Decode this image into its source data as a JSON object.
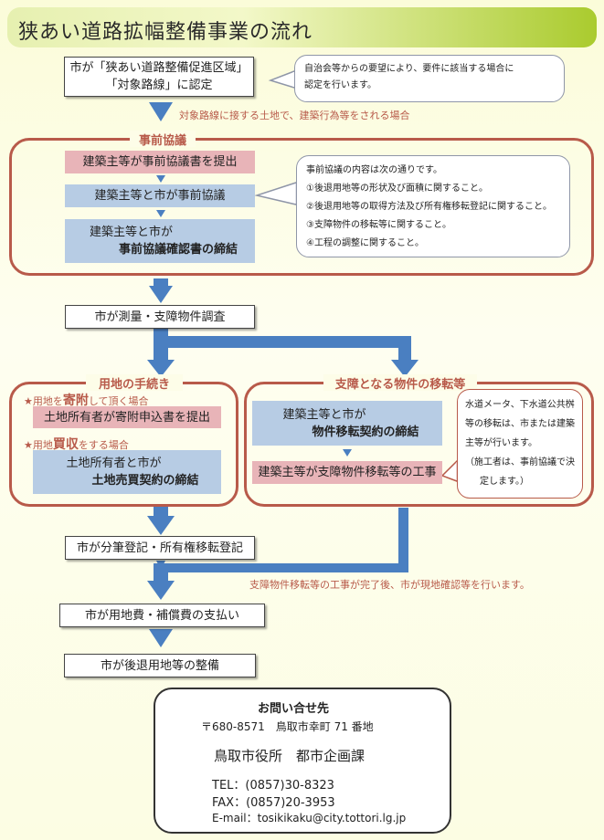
{
  "title": "狭あい道路拡幅整備事業の流れ",
  "step1": {
    "line1": "市が「狭あい道路整備促進区域」",
    "line2": "「対象路線」に認定"
  },
  "note1": {
    "line1": "自治会等からの要望により、要件に該当する場合に",
    "line2": "認定を行います。"
  },
  "arrow_note1": "対象路線に接する土地で、建築行為等をされる場合",
  "section_prior": {
    "label": "事前協議",
    "box1": "建築主等が事前協議書を提出",
    "box2": "建築主等と市が事前協議",
    "box3_line1": "建築主等と市が",
    "box3_line2": "事前協議確認書の締結",
    "note_lines": [
      "事前協議の内容は次の通りです。",
      "①後退用地等の形状及び面積に関すること。",
      "②後退用地等の取得方法及び所有権移転登記に関すること。",
      "③支障物件の移転等に関すること。",
      "④工程の調整に関すること。"
    ]
  },
  "step_survey": "市が測量・支障物件調査",
  "section_land": {
    "label": "用地の手続き",
    "donation_prefix": "★用地を",
    "donation_bold": "寄附",
    "donation_suffix": "して頂く場合",
    "donation_box": "土地所有者が寄附申込書を提出",
    "purchase_prefix": "★用地",
    "purchase_bold": "買収",
    "purchase_suffix": "をする場合",
    "purchase_line1": "土地所有者と市が",
    "purchase_line2": "土地売買契約の締結"
  },
  "section_obstacle": {
    "label": "支障となる物件の移転等",
    "box1_line1": "建築主等と市が",
    "box1_line2": "物件移転契約の締結",
    "box2": "建築主等が支障物件移転等の工事",
    "note_lines": [
      "水道メータ、下水道公共桝",
      "等の移転は、市または建築",
      "主等が行います。",
      "（施工者は、事前協議で決",
      "定します。）"
    ]
  },
  "step_registration": "市が分筆登記・所有権移転登記",
  "arrow_note2": "支障物件移転等の工事が完了後、市が現地確認等を行います。",
  "step_payment": "市が用地費・補償費の支払い",
  "step_maintenance": "市が後退用地等の整備",
  "contact": {
    "heading": "お問い合せ先",
    "address": "〒680-8571　鳥取市幸町 71 番地",
    "office": "鳥取市役所　都市企画課",
    "tel": "TEL：(0857)30-8323",
    "fax": "FAX：(0857)20-3953",
    "email": "E-mail：tosikikaku@city.tottori.lg.jp"
  },
  "colors": {
    "arrow": "#4a7fc1",
    "frame": "#b85a4a",
    "pink": "#e8b4b8",
    "blue": "#b7cce4",
    "title_gradient_end": "#aacb2e"
  }
}
